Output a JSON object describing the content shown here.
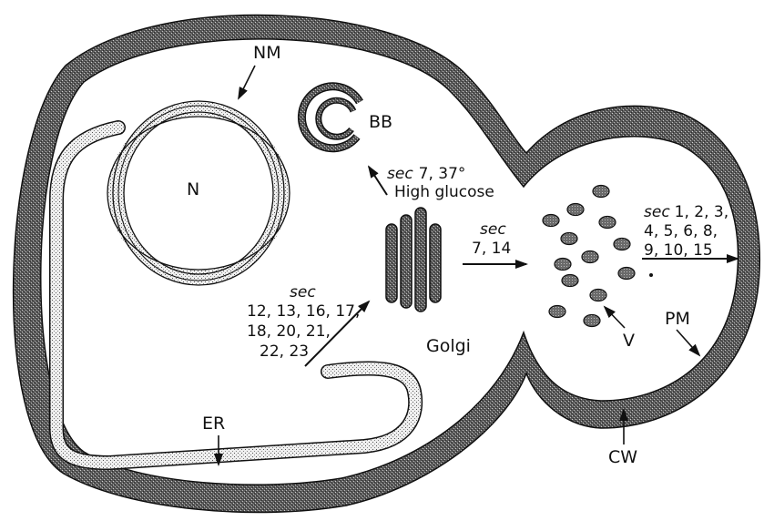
{
  "labels": {
    "nm": "NM",
    "n": "N",
    "bb": "BB",
    "golgi": "Golgi",
    "v": "V",
    "pm": "PM",
    "er": "ER",
    "cw": "CW"
  },
  "sec_word": "sec",
  "to_bb": {
    "genes": "7, 37°",
    "condition": "High glucose"
  },
  "er_to_golgi": {
    "lines": [
      "12, 13, 16, 17,",
      "18, 20, 21,",
      "22, 23"
    ]
  },
  "golgi_to_vesicles": {
    "lines": [
      "7, 14"
    ]
  },
  "vesicles_to_pm": {
    "first": "1, 2, 3,",
    "lines": [
      "4, 5, 6, 8,",
      "9, 10, 15"
    ]
  },
  "colors": {
    "ink": "#111111",
    "wall": "#4a4a4a",
    "membrane": "#f2f2f2",
    "stipple": "#cfcfcf",
    "vesicle": "#6a6a6a"
  }
}
